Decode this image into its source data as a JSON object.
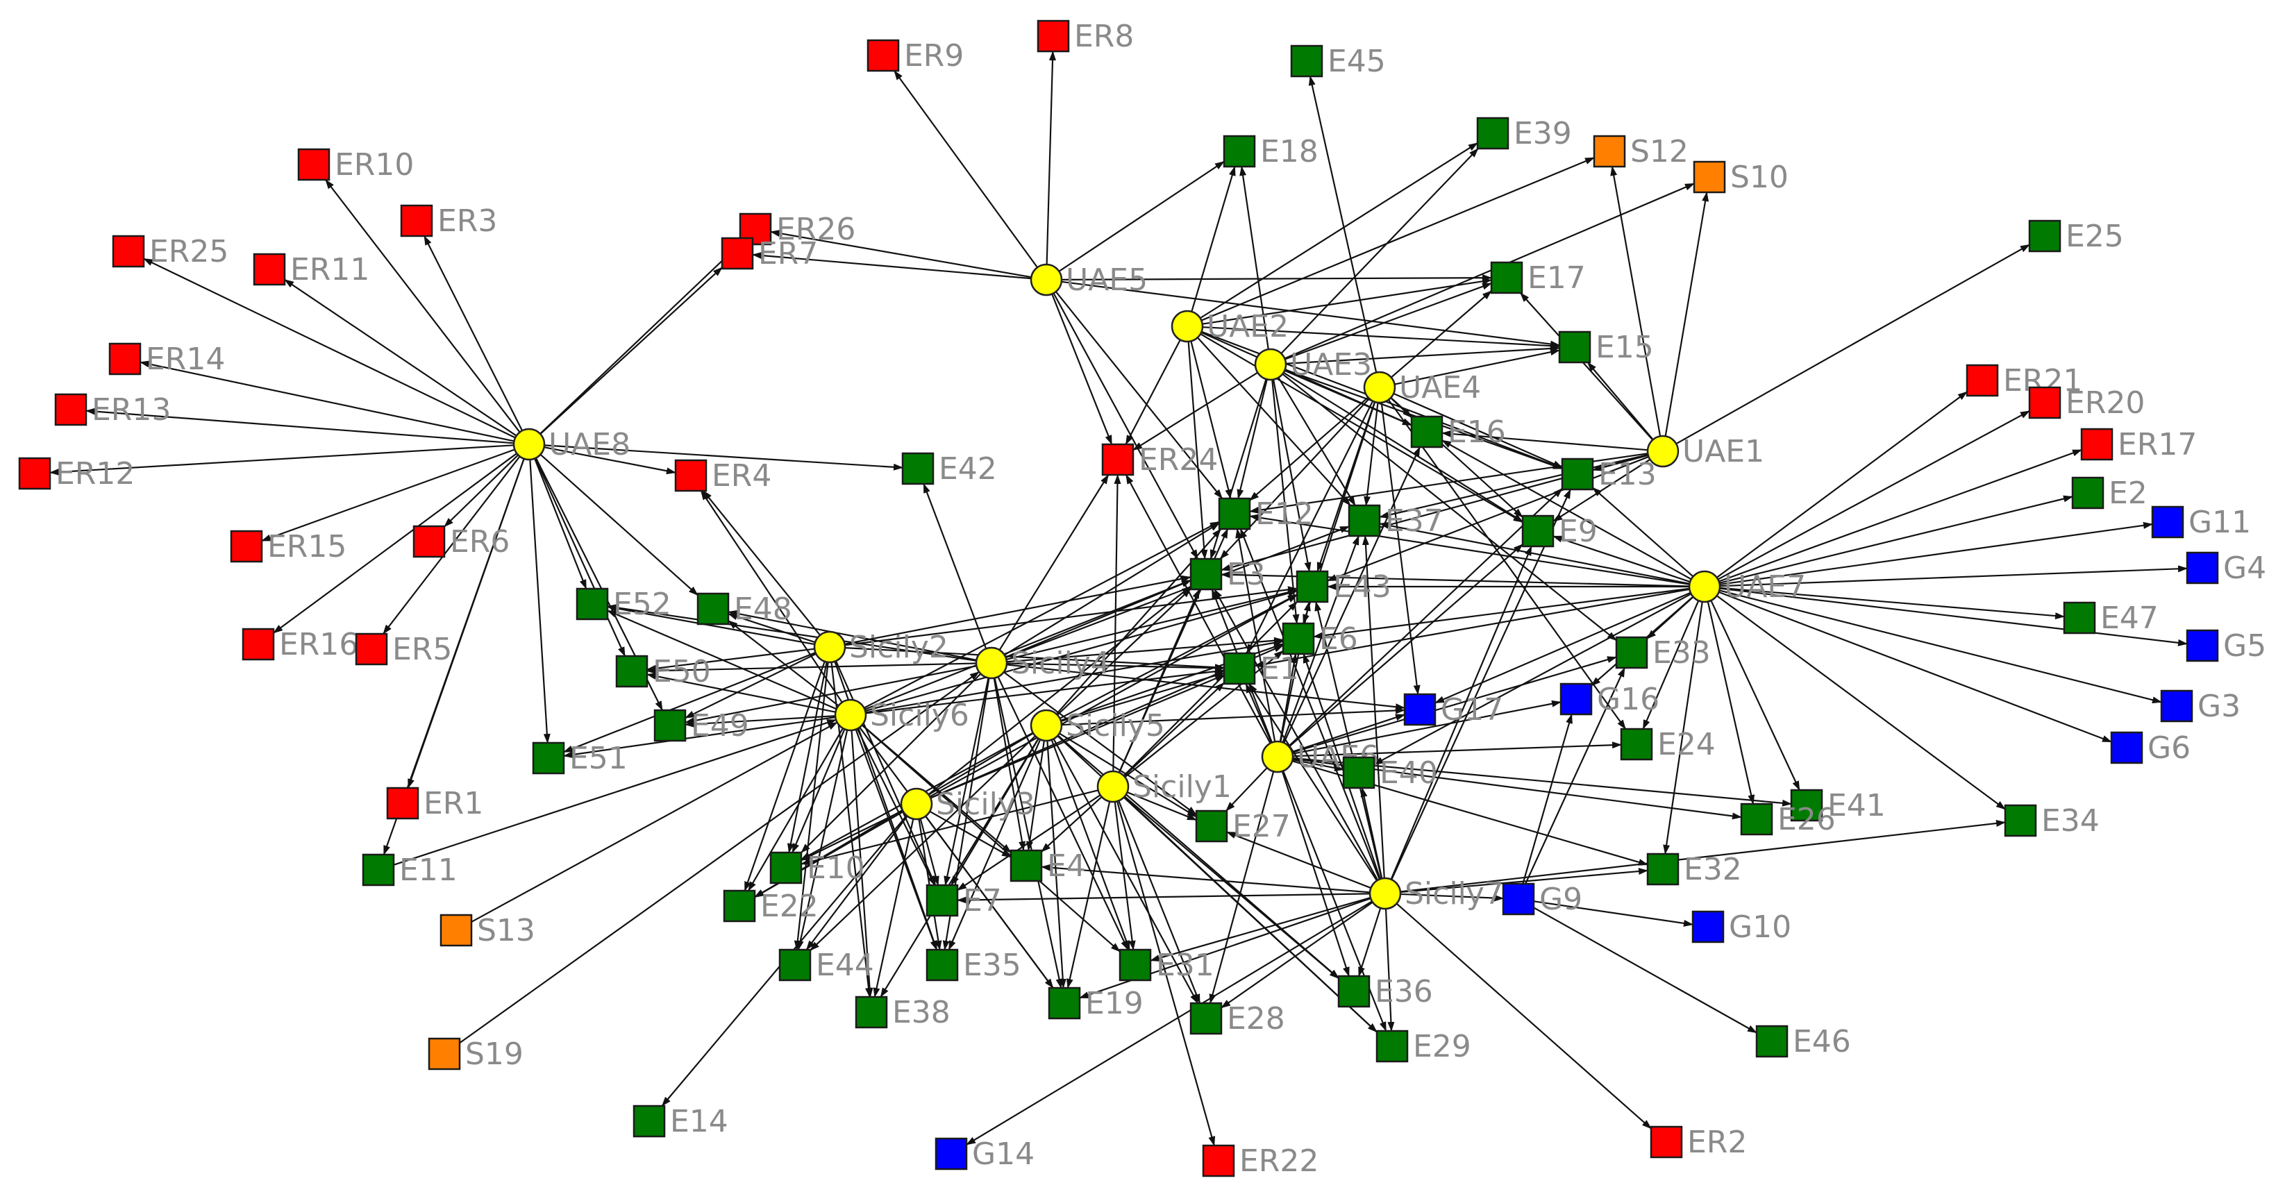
{
  "palette": {
    "hub": "#ffff00",
    "ER": "#ff0000",
    "E": "#007a00",
    "G": "#0000ff",
    "S": "#ff8000"
  },
  "nodes": [
    {
      "id": "UAE5",
      "type": "hub"
    },
    {
      "id": "UAE2",
      "type": "hub"
    },
    {
      "id": "UAE3",
      "type": "hub"
    },
    {
      "id": "UAE4",
      "type": "hub"
    },
    {
      "id": "UAE8",
      "type": "hub"
    },
    {
      "id": "UAE1",
      "type": "hub"
    },
    {
      "id": "UAE7",
      "type": "hub"
    },
    {
      "id": "UAE6",
      "type": "hub"
    },
    {
      "id": "Sicily2",
      "type": "hub"
    },
    {
      "id": "Sicily4",
      "type": "hub"
    },
    {
      "id": "Sicily6",
      "type": "hub"
    },
    {
      "id": "Sicily5",
      "type": "hub"
    },
    {
      "id": "Sicily1",
      "type": "hub"
    },
    {
      "id": "Sicily3",
      "type": "hub"
    },
    {
      "id": "Sicily7",
      "type": "hub"
    },
    {
      "id": "ER9",
      "type": "ER"
    },
    {
      "id": "ER8",
      "type": "ER"
    },
    {
      "id": "ER10",
      "type": "ER"
    },
    {
      "id": "ER3",
      "type": "ER"
    },
    {
      "id": "ER26",
      "type": "ER"
    },
    {
      "id": "ER7",
      "type": "ER"
    },
    {
      "id": "ER25",
      "type": "ER"
    },
    {
      "id": "ER11",
      "type": "ER"
    },
    {
      "id": "ER14",
      "type": "ER"
    },
    {
      "id": "ER13",
      "type": "ER"
    },
    {
      "id": "ER12",
      "type": "ER"
    },
    {
      "id": "ER4",
      "type": "ER"
    },
    {
      "id": "ER24",
      "type": "ER"
    },
    {
      "id": "ER15",
      "type": "ER"
    },
    {
      "id": "ER6",
      "type": "ER"
    },
    {
      "id": "ER16",
      "type": "ER"
    },
    {
      "id": "ER5",
      "type": "ER"
    },
    {
      "id": "ER1",
      "type": "ER"
    },
    {
      "id": "ER21",
      "type": "ER"
    },
    {
      "id": "ER20",
      "type": "ER"
    },
    {
      "id": "ER17",
      "type": "ER"
    },
    {
      "id": "ER22",
      "type": "ER"
    },
    {
      "id": "ER2",
      "type": "ER"
    },
    {
      "id": "E45",
      "type": "E"
    },
    {
      "id": "E18",
      "type": "E"
    },
    {
      "id": "E39",
      "type": "E"
    },
    {
      "id": "E17",
      "type": "E"
    },
    {
      "id": "E15",
      "type": "E"
    },
    {
      "id": "E25",
      "type": "E"
    },
    {
      "id": "E16",
      "type": "E"
    },
    {
      "id": "E13",
      "type": "E"
    },
    {
      "id": "E42",
      "type": "E"
    },
    {
      "id": "E12",
      "type": "E"
    },
    {
      "id": "E37",
      "type": "E"
    },
    {
      "id": "E9",
      "type": "E"
    },
    {
      "id": "E2",
      "type": "E"
    },
    {
      "id": "E3",
      "type": "E"
    },
    {
      "id": "E43",
      "type": "E"
    },
    {
      "id": "E47",
      "type": "E"
    },
    {
      "id": "E52",
      "type": "E"
    },
    {
      "id": "E48",
      "type": "E"
    },
    {
      "id": "E6",
      "type": "E"
    },
    {
      "id": "E33",
      "type": "E"
    },
    {
      "id": "E1",
      "type": "E"
    },
    {
      "id": "E50",
      "type": "E"
    },
    {
      "id": "E49",
      "type": "E"
    },
    {
      "id": "E51",
      "type": "E"
    },
    {
      "id": "E40",
      "type": "E"
    },
    {
      "id": "E24",
      "type": "E"
    },
    {
      "id": "E41",
      "type": "E"
    },
    {
      "id": "E26",
      "type": "E"
    },
    {
      "id": "E34",
      "type": "E"
    },
    {
      "id": "E27",
      "type": "E"
    },
    {
      "id": "E11",
      "type": "E"
    },
    {
      "id": "E10",
      "type": "E"
    },
    {
      "id": "E4",
      "type": "E"
    },
    {
      "id": "E22",
      "type": "E"
    },
    {
      "id": "E7",
      "type": "E"
    },
    {
      "id": "E32",
      "type": "E"
    },
    {
      "id": "E44",
      "type": "E"
    },
    {
      "id": "E35",
      "type": "E"
    },
    {
      "id": "E31",
      "type": "E"
    },
    {
      "id": "E38",
      "type": "E"
    },
    {
      "id": "E19",
      "type": "E"
    },
    {
      "id": "E28",
      "type": "E"
    },
    {
      "id": "E36",
      "type": "E"
    },
    {
      "id": "E29",
      "type": "E"
    },
    {
      "id": "E46",
      "type": "E"
    },
    {
      "id": "E14",
      "type": "E"
    },
    {
      "id": "G11",
      "type": "G"
    },
    {
      "id": "G4",
      "type": "G"
    },
    {
      "id": "G5",
      "type": "G"
    },
    {
      "id": "G3",
      "type": "G"
    },
    {
      "id": "G6",
      "type": "G"
    },
    {
      "id": "G17",
      "type": "G"
    },
    {
      "id": "G16",
      "type": "G"
    },
    {
      "id": "G9",
      "type": "G"
    },
    {
      "id": "G10",
      "type": "G"
    },
    {
      "id": "G14",
      "type": "G"
    },
    {
      "id": "S12",
      "type": "S"
    },
    {
      "id": "S10",
      "type": "S"
    },
    {
      "id": "S13",
      "type": "S"
    },
    {
      "id": "S19",
      "type": "S"
    }
  ],
  "edges": [
    [
      "UAE8",
      "ER10"
    ],
    [
      "UAE8",
      "ER3"
    ],
    [
      "UAE8",
      "ER25"
    ],
    [
      "UAE8",
      "ER11"
    ],
    [
      "UAE8",
      "ER14"
    ],
    [
      "UAE8",
      "ER13"
    ],
    [
      "UAE8",
      "ER12"
    ],
    [
      "UAE8",
      "ER7"
    ],
    [
      "UAE8",
      "ER26"
    ],
    [
      "UAE8",
      "ER4"
    ],
    [
      "UAE8",
      "ER15"
    ],
    [
      "UAE8",
      "ER16"
    ],
    [
      "UAE8",
      "E52"
    ],
    [
      "UAE8",
      "E50"
    ],
    [
      "UAE8",
      "E49"
    ],
    [
      "UAE8",
      "E51"
    ],
    [
      "UAE8",
      "E48"
    ],
    [
      "UAE8",
      "ER1"
    ],
    [
      "UAE8",
      "ER6"
    ],
    [
      "UAE8",
      "ER5"
    ],
    [
      "UAE8",
      "E11"
    ],
    [
      "UAE8",
      "E42"
    ],
    [
      "UAE5",
      "ER9"
    ],
    [
      "UAE5",
      "ER8"
    ],
    [
      "UAE5",
      "E18"
    ],
    [
      "UAE5",
      "E17"
    ],
    [
      "UAE5",
      "E15"
    ],
    [
      "UAE5",
      "ER24"
    ],
    [
      "UAE5",
      "E12"
    ],
    [
      "UAE5",
      "ER26"
    ],
    [
      "UAE5",
      "ER7"
    ],
    [
      "UAE5",
      "E3"
    ],
    [
      "UAE2",
      "E18"
    ],
    [
      "UAE2",
      "E39"
    ],
    [
      "UAE2",
      "S12"
    ],
    [
      "UAE2",
      "E17"
    ],
    [
      "UAE2",
      "E15"
    ],
    [
      "UAE2",
      "ER24"
    ],
    [
      "UAE2",
      "E16"
    ],
    [
      "UAE2",
      "E13"
    ],
    [
      "UAE2",
      "E12"
    ],
    [
      "UAE2",
      "E37"
    ],
    [
      "UAE2",
      "E3"
    ],
    [
      "UAE2",
      "E9"
    ],
    [
      "UAE3",
      "E18"
    ],
    [
      "UAE3",
      "E39"
    ],
    [
      "UAE3",
      "S10"
    ],
    [
      "UAE3",
      "E17"
    ],
    [
      "UAE3",
      "E15"
    ],
    [
      "UAE3",
      "E16"
    ],
    [
      "UAE3",
      "E13"
    ],
    [
      "UAE3",
      "E12"
    ],
    [
      "UAE3",
      "E37"
    ],
    [
      "UAE3",
      "E3"
    ],
    [
      "UAE3",
      "E43"
    ],
    [
      "UAE3",
      "E6"
    ],
    [
      "UAE3",
      "E9"
    ],
    [
      "UAE3",
      "E33"
    ],
    [
      "UAE3",
      "ER24"
    ],
    [
      "UAE4",
      "E17"
    ],
    [
      "UAE4",
      "E15"
    ],
    [
      "UAE4",
      "E16"
    ],
    [
      "UAE4",
      "E13"
    ],
    [
      "UAE4",
      "E37"
    ],
    [
      "UAE4",
      "E43"
    ],
    [
      "UAE4",
      "E6"
    ],
    [
      "UAE4",
      "E1"
    ],
    [
      "UAE4",
      "E9"
    ],
    [
      "UAE4",
      "G17"
    ],
    [
      "UAE4",
      "E24"
    ],
    [
      "UAE4",
      "E3"
    ],
    [
      "UAE4",
      "E45"
    ],
    [
      "UAE4",
      "E12"
    ],
    [
      "UAE1",
      "S12"
    ],
    [
      "UAE1",
      "S10"
    ],
    [
      "UAE1",
      "E25"
    ],
    [
      "UAE1",
      "E15"
    ],
    [
      "UAE1",
      "E17"
    ],
    [
      "UAE1",
      "E13"
    ],
    [
      "UAE1",
      "E16"
    ],
    [
      "UAE1",
      "E9"
    ],
    [
      "UAE1",
      "E37"
    ],
    [
      "UAE1",
      "E43"
    ],
    [
      "UAE1",
      "E3"
    ],
    [
      "UAE1",
      "E12"
    ],
    [
      "UAE7",
      "ER21"
    ],
    [
      "UAE7",
      "ER20"
    ],
    [
      "UAE7",
      "ER17"
    ],
    [
      "UAE7",
      "E2"
    ],
    [
      "UAE7",
      "G11"
    ],
    [
      "UAE7",
      "G4"
    ],
    [
      "UAE7",
      "E47"
    ],
    [
      "UAE7",
      "G5"
    ],
    [
      "UAE7",
      "G3"
    ],
    [
      "UAE7",
      "G6"
    ],
    [
      "UAE7",
      "E34"
    ],
    [
      "UAE7",
      "E41"
    ],
    [
      "UAE7",
      "E26"
    ],
    [
      "UAE7",
      "E32"
    ],
    [
      "UAE7",
      "E33"
    ],
    [
      "UAE7",
      "G16"
    ],
    [
      "UAE7",
      "E24"
    ],
    [
      "UAE7",
      "E13"
    ],
    [
      "UAE7",
      "E9"
    ],
    [
      "UAE7",
      "E37"
    ],
    [
      "UAE7",
      "E43"
    ],
    [
      "UAE7",
      "E3"
    ],
    [
      "UAE7",
      "E6"
    ],
    [
      "UAE7",
      "E1"
    ],
    [
      "UAE7",
      "E40"
    ],
    [
      "UAE7",
      "E12"
    ],
    [
      "UAE7",
      "E16"
    ],
    [
      "UAE7",
      "G17"
    ],
    [
      "UAE6",
      "E12"
    ],
    [
      "UAE6",
      "E3"
    ],
    [
      "UAE6",
      "E43"
    ],
    [
      "UAE6",
      "E6"
    ],
    [
      "UAE6",
      "E1"
    ],
    [
      "UAE6",
      "E37"
    ],
    [
      "UAE6",
      "E9"
    ],
    [
      "UAE6",
      "E13"
    ],
    [
      "UAE6",
      "E16"
    ],
    [
      "UAE6",
      "G17"
    ],
    [
      "UAE6",
      "G16"
    ],
    [
      "UAE6",
      "E33"
    ],
    [
      "UAE6",
      "E24"
    ],
    [
      "UAE6",
      "E41"
    ],
    [
      "UAE6",
      "E26"
    ],
    [
      "UAE6",
      "E32"
    ],
    [
      "UAE6",
      "E40"
    ],
    [
      "UAE6",
      "ER24"
    ],
    [
      "UAE6",
      "E36"
    ],
    [
      "UAE6",
      "E29"
    ],
    [
      "UAE6",
      "E27"
    ],
    [
      "UAE6",
      "E28"
    ],
    [
      "Sicily2",
      "ER4"
    ],
    [
      "Sicily2",
      "E52"
    ],
    [
      "Sicily2",
      "E48"
    ],
    [
      "Sicily2",
      "E50"
    ],
    [
      "Sicily2",
      "E49"
    ],
    [
      "Sicily2",
      "E51"
    ],
    [
      "Sicily2",
      "E10"
    ],
    [
      "Sicily2",
      "E22"
    ],
    [
      "Sicily2",
      "E7"
    ],
    [
      "Sicily2",
      "E44"
    ],
    [
      "Sicily2",
      "E35"
    ],
    [
      "Sicily2",
      "E38"
    ],
    [
      "Sicily2",
      "E3"
    ],
    [
      "Sicily2",
      "E1"
    ],
    [
      "Sicily2",
      "E43"
    ],
    [
      "Sicily4",
      "E42"
    ],
    [
      "Sicily4",
      "ER24"
    ],
    [
      "Sicily4",
      "E12"
    ],
    [
      "Sicily4",
      "E3"
    ],
    [
      "Sicily4",
      "E43"
    ],
    [
      "Sicily4",
      "E6"
    ],
    [
      "Sicily4",
      "E1"
    ],
    [
      "Sicily4",
      "E52"
    ],
    [
      "Sicily4",
      "E48"
    ],
    [
      "Sicily4",
      "E50"
    ],
    [
      "Sicily4",
      "E49"
    ],
    [
      "Sicily4",
      "E7"
    ],
    [
      "Sicily4",
      "E4"
    ],
    [
      "Sicily4",
      "E10"
    ],
    [
      "Sicily4",
      "E35"
    ],
    [
      "Sicily4",
      "E31"
    ],
    [
      "Sicily4",
      "E19"
    ],
    [
      "Sicily4",
      "E27"
    ],
    [
      "Sicily4",
      "G17"
    ],
    [
      "Sicily4",
      "E37"
    ],
    [
      "Sicily6",
      "ER4"
    ],
    [
      "Sicily6",
      "E52"
    ],
    [
      "Sicily6",
      "E48"
    ],
    [
      "Sicily6",
      "E50"
    ],
    [
      "Sicily6",
      "E49"
    ],
    [
      "Sicily6",
      "E51"
    ],
    [
      "Sicily6",
      "E10"
    ],
    [
      "Sicily6",
      "E22"
    ],
    [
      "Sicily6",
      "E7"
    ],
    [
      "Sicily6",
      "E44"
    ],
    [
      "Sicily6",
      "E35"
    ],
    [
      "Sicily6",
      "E38"
    ],
    [
      "Sicily6",
      "E3"
    ],
    [
      "Sicily6",
      "E43"
    ],
    [
      "Sicily6",
      "E6"
    ],
    [
      "Sicily6",
      "E1"
    ],
    [
      "Sicily6",
      "E12"
    ],
    [
      "Sicily6",
      "E4"
    ],
    [
      "Sicily6",
      "E19"
    ],
    [
      "Sicily6",
      "E31"
    ],
    [
      "Sicily5",
      "E12"
    ],
    [
      "Sicily5",
      "E3"
    ],
    [
      "Sicily5",
      "E43"
    ],
    [
      "Sicily5",
      "E6"
    ],
    [
      "Sicily5",
      "E1"
    ],
    [
      "Sicily5",
      "G17"
    ],
    [
      "Sicily5",
      "E4"
    ],
    [
      "Sicily5",
      "E7"
    ],
    [
      "Sicily5",
      "E35"
    ],
    [
      "Sicily5",
      "E19"
    ],
    [
      "Sicily5",
      "E31"
    ],
    [
      "Sicily5",
      "E28"
    ],
    [
      "Sicily5",
      "E27"
    ],
    [
      "Sicily5",
      "E36"
    ],
    [
      "Sicily5",
      "E29"
    ],
    [
      "Sicily5",
      "E10"
    ],
    [
      "Sicily5",
      "E22"
    ],
    [
      "Sicily5",
      "E44"
    ],
    [
      "Sicily5",
      "E38"
    ],
    [
      "Sicily1",
      "E12"
    ],
    [
      "Sicily1",
      "E3"
    ],
    [
      "Sicily1",
      "E43"
    ],
    [
      "Sicily1",
      "E6"
    ],
    [
      "Sicily1",
      "E1"
    ],
    [
      "Sicily1",
      "E27"
    ],
    [
      "Sicily1",
      "E4"
    ],
    [
      "Sicily1",
      "E7"
    ],
    [
      "Sicily1",
      "E31"
    ],
    [
      "Sicily1",
      "E19"
    ],
    [
      "Sicily1",
      "E28"
    ],
    [
      "Sicily1",
      "E36"
    ],
    [
      "Sicily1",
      "E29"
    ],
    [
      "Sicily1",
      "ER22"
    ],
    [
      "Sicily1",
      "E10"
    ],
    [
      "Sicily1",
      "ER24"
    ],
    [
      "Sicily3",
      "E10"
    ],
    [
      "Sicily3",
      "E22"
    ],
    [
      "Sicily3",
      "E7"
    ],
    [
      "Sicily3",
      "E44"
    ],
    [
      "Sicily3",
      "E35"
    ],
    [
      "Sicily3",
      "E38"
    ],
    [
      "Sicily3",
      "E4"
    ],
    [
      "Sicily3",
      "E19"
    ],
    [
      "Sicily3",
      "E3"
    ],
    [
      "Sicily3",
      "E1"
    ],
    [
      "Sicily3",
      "E43"
    ],
    [
      "Sicily3",
      "E6"
    ],
    [
      "Sicily3",
      "E14"
    ],
    [
      "Sicily7",
      "E1"
    ],
    [
      "Sicily7",
      "E40"
    ],
    [
      "Sicily7",
      "E3"
    ],
    [
      "Sicily7",
      "E43"
    ],
    [
      "Sicily7",
      "E6"
    ],
    [
      "Sicily7",
      "E12"
    ],
    [
      "Sicily7",
      "E36"
    ],
    [
      "Sicily7",
      "E29"
    ],
    [
      "Sicily7",
      "E27"
    ],
    [
      "Sicily7",
      "E28"
    ],
    [
      "Sicily7",
      "E31"
    ],
    [
      "Sicily7",
      "E19"
    ],
    [
      "Sicily7",
      "E4"
    ],
    [
      "Sicily7",
      "E7"
    ],
    [
      "Sicily7",
      "G14"
    ],
    [
      "Sicily7",
      "ER2"
    ],
    [
      "Sicily7",
      "G9"
    ],
    [
      "Sicily7",
      "E32"
    ],
    [
      "Sicily7",
      "E34"
    ],
    [
      "Sicily7",
      "E9"
    ],
    [
      "Sicily7",
      "E37"
    ],
    [
      "Sicily7",
      "E13"
    ],
    [
      "G9",
      "G10"
    ],
    [
      "G9",
      "E46"
    ],
    [
      "G9",
      "G16"
    ],
    [
      "G9",
      "E33"
    ],
    [
      "S13",
      "Sicily6"
    ],
    [
      "S19",
      "Sicily4"
    ],
    [
      "E11",
      "Sicily6"
    ]
  ]
}
